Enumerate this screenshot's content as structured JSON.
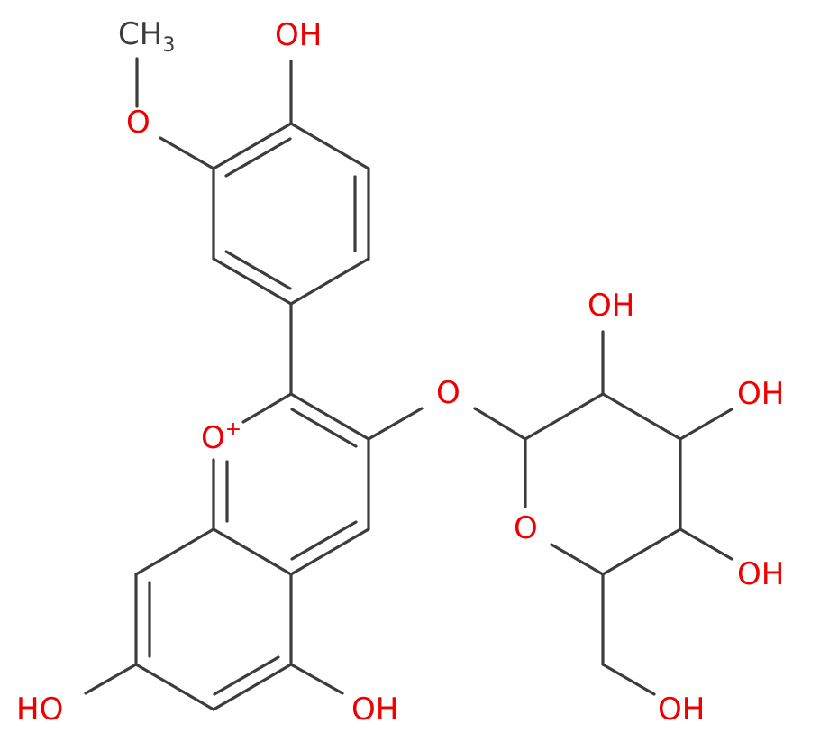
{
  "labels": {
    "ch3": "CH",
    "ch3_sub": "3",
    "methoxy_o": "O",
    "oh_top": "OH",
    "oh_sugar_1": "OH",
    "oh_sugar_2": "OH",
    "oh_sugar_3": "OH",
    "glycosidic_o": "O",
    "flavylium_o": "O",
    "flavylium_charge": "+",
    "ring_o": "O",
    "oh_ch2": "OH",
    "oh_left": "HO",
    "oh_bottom": "OH"
  },
  "colors": {
    "bond": "#3c3c3c",
    "heteroatom": "#ee0000"
  }
}
